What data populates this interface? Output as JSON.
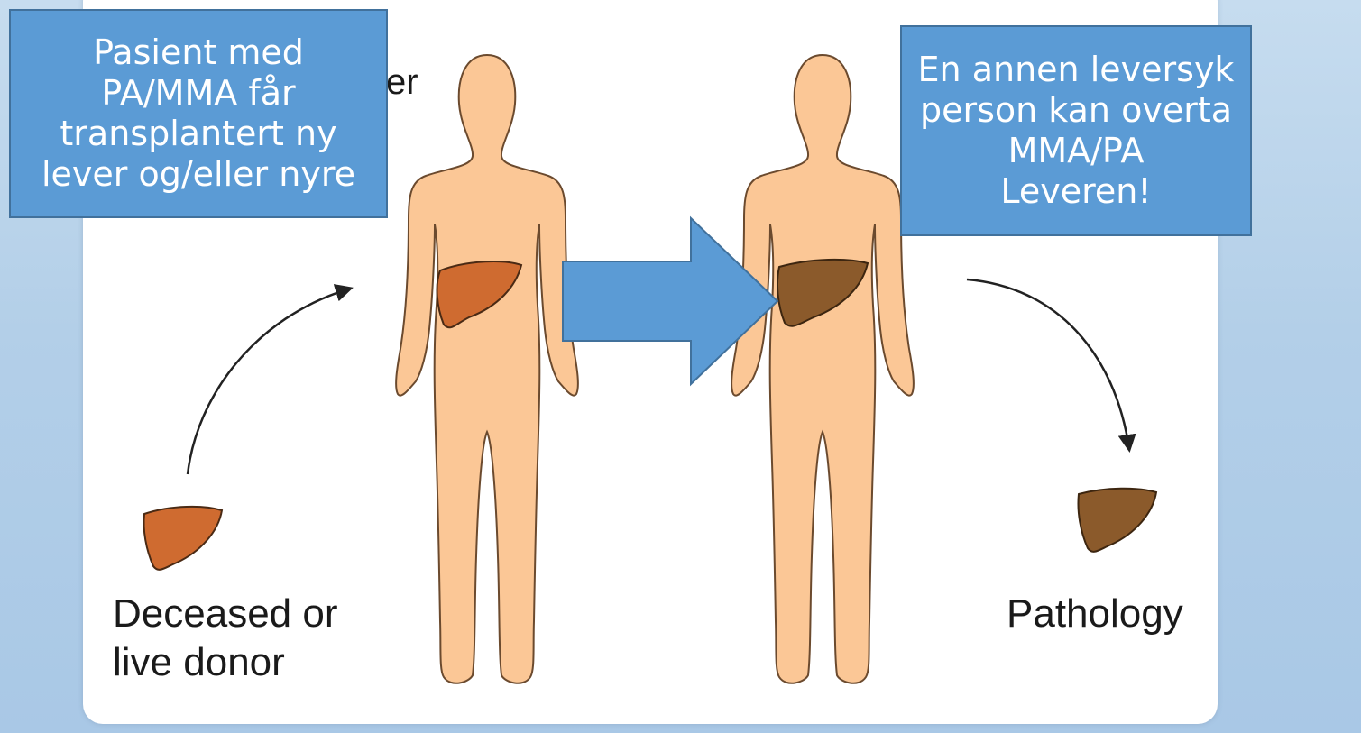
{
  "callouts": {
    "left_lines": [
      "Pasient med",
      "PA/MMA får",
      "transplantert ny",
      "lever og/eller nyre"
    ],
    "right_lines": [
      "En annen leversyk",
      "person kan overta",
      "MMA/PA",
      "Leveren!"
    ]
  },
  "captions": {
    "partial_label": "er",
    "donor_lines": [
      "Deceased or",
      "live donor"
    ],
    "pathology": "Pathology"
  },
  "colors": {
    "skin": "#fbc796",
    "skin_outline": "#6b4a2e",
    "liver_healthy": "#cf6b30",
    "liver_diseased": "#8b5a2b",
    "callout_fill": "#5b9bd5",
    "callout_border": "#41719c"
  }
}
